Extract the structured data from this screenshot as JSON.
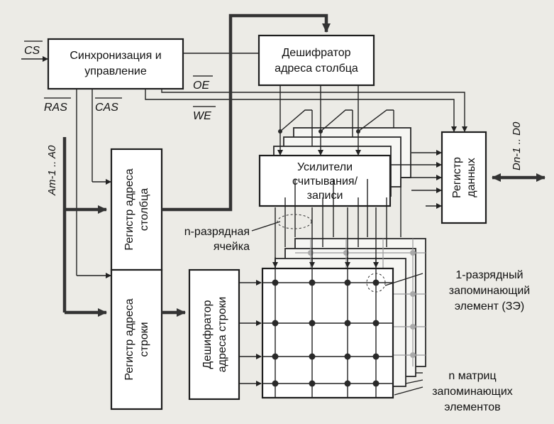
{
  "signals": {
    "cs": "CS",
    "ras": "RAS",
    "cas": "CAS",
    "oe": "OE",
    "we": "WE",
    "address_bus": "Am-1 .. A0",
    "data_bus": "Dn-1 .. D0"
  },
  "blocks": {
    "sync": [
      "Синхронизация и",
      "управление"
    ],
    "col_decoder": [
      "Дешифратор",
      "адреса столбца"
    ],
    "sense_amps": [
      "Усилители",
      "считывания/",
      "записи"
    ],
    "data_register": [
      "Регистр",
      "данных"
    ],
    "col_register": [
      "Регистр адреса",
      "столбца"
    ],
    "row_register": [
      "Регистр адреса",
      "строки"
    ],
    "row_decoder": [
      "Дешифратор",
      "адреса строки"
    ]
  },
  "annotations": {
    "n_bit_cell": [
      "n-разрядная",
      "ячейка"
    ],
    "one_bit_element": [
      "1-разрядный",
      "запоминающий",
      "элемент (ЗЭ)"
    ],
    "n_matrices": [
      "n матриц",
      "запоминающих",
      "элементов"
    ]
  }
}
